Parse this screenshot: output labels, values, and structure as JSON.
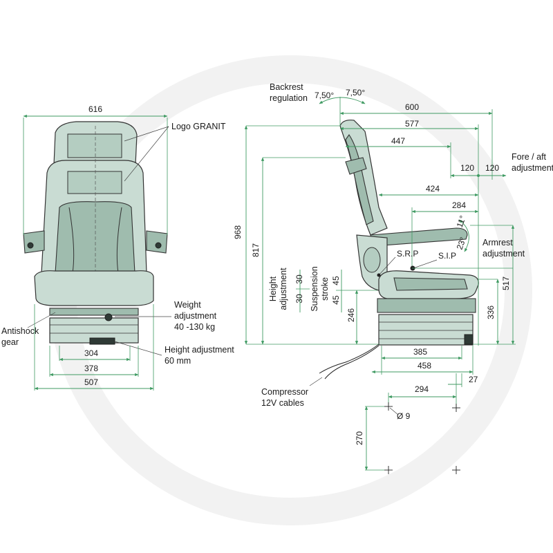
{
  "colors": {
    "dimension_line": "#3f9a62",
    "seat_fill": "#c9dcd3",
    "seat_dark": "#9fbcae",
    "background": "#ffffff"
  },
  "front_view": {
    "width_top": "616",
    "logo_label": "Logo GRANIT",
    "weight_adjustment": [
      "Weight",
      "adjustment",
      "40 -130 kg"
    ],
    "antishock_gear": [
      "Antishock",
      "gear"
    ],
    "height_adjustment": [
      "Height adjustment",
      "60 mm"
    ],
    "dim_304": "304",
    "dim_378": "378",
    "dim_507": "507"
  },
  "side_view": {
    "backrest_regulation": [
      "Backrest",
      "regulation"
    ],
    "angle_back": "7,50°",
    "angle_fwd": "7,50°",
    "dim_600": "600",
    "dim_577": "577",
    "dim_447": "447",
    "dim_120_left": "120",
    "dim_120_right": "120",
    "fore_aft": [
      "Fore / aft",
      "adjustment"
    ],
    "dim_424": "424",
    "dim_284": "284",
    "angle_11": "11°",
    "angle_23": "23°",
    "armrest_adjustment": [
      "Armrest",
      "adjustment"
    ],
    "srp": "S.R.P",
    "sip": "S.I.P",
    "dim_968": "968",
    "dim_817": "817",
    "height_adjustment_vertical": [
      "Height",
      "adjustment"
    ],
    "dim_30_top": "30",
    "dim_30_bottom": "30",
    "suspension_stroke": [
      "Suspension",
      "stroke"
    ],
    "dim_45_top": "45",
    "dim_45_bottom": "45",
    "dim_246": "246",
    "dim_336": "336",
    "dim_517": "517",
    "dim_385": "385",
    "dim_458": "458",
    "dim_27": "27",
    "dim_294": "294",
    "dim_270": "270",
    "hole_diameter": "Ø 9",
    "compressor": [
      "Compressor",
      "12V cables"
    ]
  }
}
